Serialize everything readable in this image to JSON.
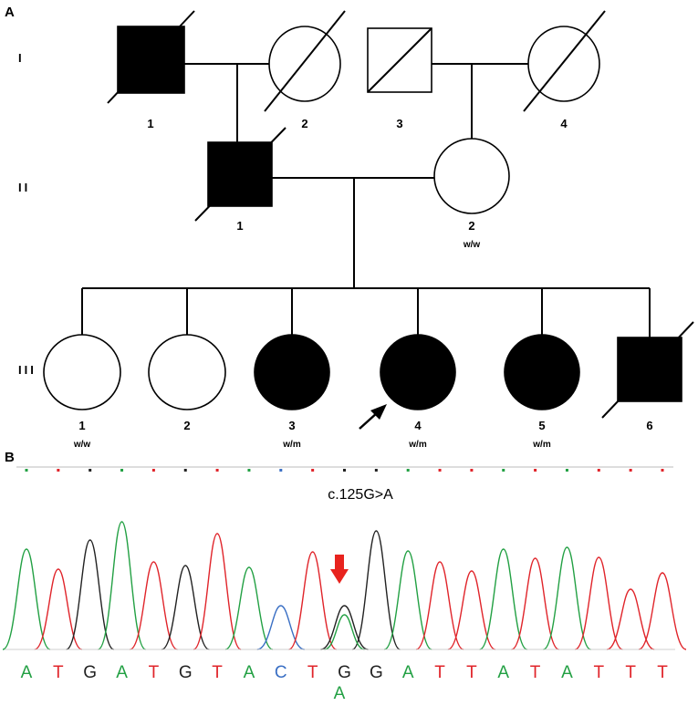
{
  "panels": {
    "a": "A",
    "b": "B"
  },
  "generations": [
    "I",
    "II",
    "III"
  ],
  "individuals": [
    {
      "id": "I-1",
      "gen": 0,
      "num": "1",
      "sex": "male",
      "affected": true,
      "deceased": true,
      "genotype": ""
    },
    {
      "id": "I-2",
      "gen": 0,
      "num": "2",
      "sex": "female",
      "affected": false,
      "deceased": true,
      "genotype": ""
    },
    {
      "id": "I-3",
      "gen": 0,
      "num": "3",
      "sex": "male",
      "affected": false,
      "deceased": true,
      "genotype": ""
    },
    {
      "id": "I-4",
      "gen": 0,
      "num": "4",
      "sex": "female",
      "affected": false,
      "deceased": true,
      "genotype": ""
    },
    {
      "id": "II-1",
      "gen": 1,
      "num": "1",
      "sex": "male",
      "affected": true,
      "deceased": true,
      "genotype": ""
    },
    {
      "id": "II-2",
      "gen": 1,
      "num": "2",
      "sex": "female",
      "affected": false,
      "deceased": false,
      "genotype": "w/w"
    },
    {
      "id": "III-1",
      "gen": 2,
      "num": "1",
      "sex": "female",
      "affected": false,
      "deceased": false,
      "genotype": "w/w"
    },
    {
      "id": "III-2",
      "gen": 2,
      "num": "2",
      "sex": "female",
      "affected": false,
      "deceased": false,
      "genotype": ""
    },
    {
      "id": "III-3",
      "gen": 2,
      "num": "3",
      "sex": "female",
      "affected": true,
      "deceased": false,
      "genotype": "w/m"
    },
    {
      "id": "III-4",
      "gen": 2,
      "num": "4",
      "sex": "female",
      "affected": true,
      "deceased": false,
      "genotype": "w/m",
      "proband": true
    },
    {
      "id": "III-5",
      "gen": 2,
      "num": "5",
      "sex": "female",
      "affected": true,
      "deceased": false,
      "genotype": "w/m"
    },
    {
      "id": "III-6",
      "gen": 2,
      "num": "6",
      "sex": "male",
      "affected": true,
      "deceased": true,
      "genotype": ""
    }
  ],
  "mutation_label": "c.125G>A",
  "sequence": [
    "A",
    "T",
    "G",
    "A",
    "T",
    "G",
    "T",
    "A",
    "C",
    "T",
    "G",
    "G",
    "A",
    "T",
    "T",
    "A",
    "T",
    "A",
    "T",
    "T",
    "T"
  ],
  "variant": {
    "position": 10,
    "alt_base": "A"
  },
  "base_colors": {
    "A": "#22a043",
    "T": "#e0242a",
    "G": "#222222",
    "C": "#3a6fc4"
  },
  "arrow_color": "#e8231e"
}
